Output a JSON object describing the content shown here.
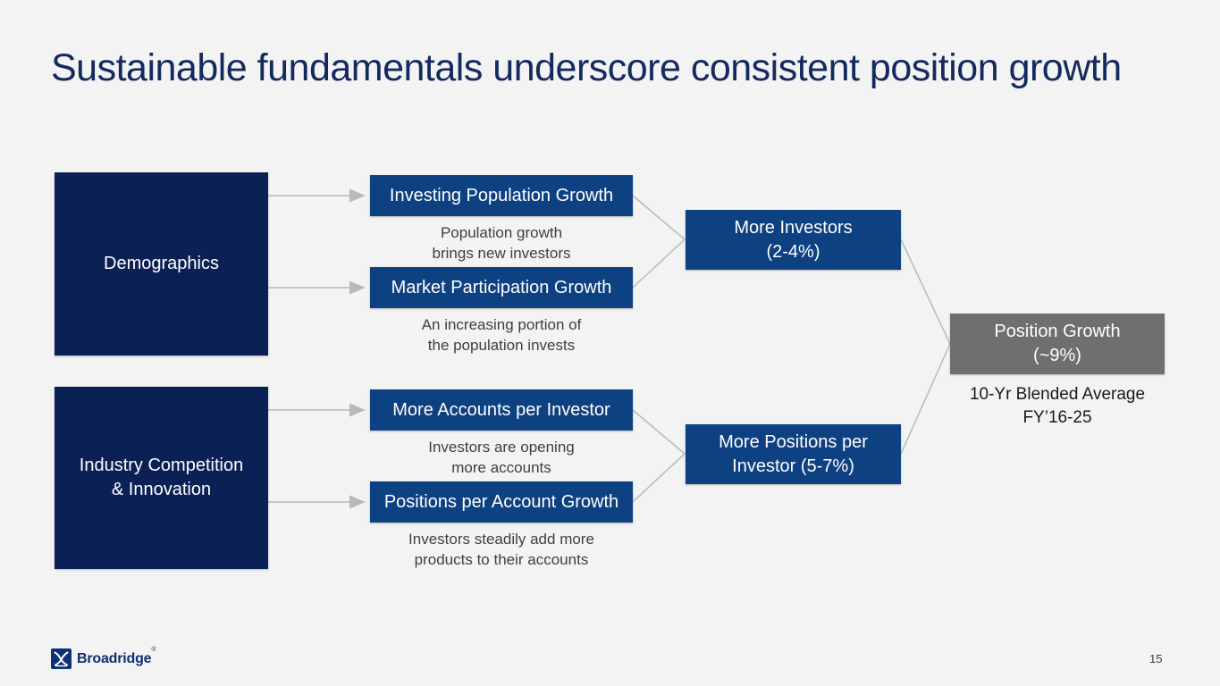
{
  "slide": {
    "title": "Sustainable fundamentals underscore consistent position growth",
    "page_number": "15"
  },
  "logo": {
    "name": "Broadridge",
    "registered_mark": "®"
  },
  "colors": {
    "background": "#f3f3f3",
    "title_text": "#142a5e",
    "driver_box": "#0b2055",
    "factor_box": "#0e4181",
    "outcome_box": "#0e4181",
    "result_box": "#6f6f6f",
    "connector_line": "#b9b9b9",
    "caption_text": "#3f3f3f",
    "box_text": "#ffffff"
  },
  "diagram": {
    "drivers": [
      {
        "label": "Demographics"
      },
      {
        "label": "Industry Competition\n& Innovation"
      }
    ],
    "factors": [
      {
        "label": "Investing Population Growth",
        "caption": "Population growth\nbrings new investors"
      },
      {
        "label": "Market Participation Growth",
        "caption": "An increasing portion of\nthe population invests"
      },
      {
        "label": "More Accounts per Investor",
        "caption": "Investors are opening\nmore accounts"
      },
      {
        "label": "Positions per Account Growth",
        "caption": "Investors steadily add more\nproducts to their accounts"
      }
    ],
    "outcomes": [
      {
        "label": "More Investors\n(2-4%)"
      },
      {
        "label": "More Positions per\nInvestor (5-7%)"
      }
    ],
    "result": {
      "label": "Position Growth\n(~9%)",
      "note": "10-Yr Blended Average\nFY’16-25"
    }
  }
}
